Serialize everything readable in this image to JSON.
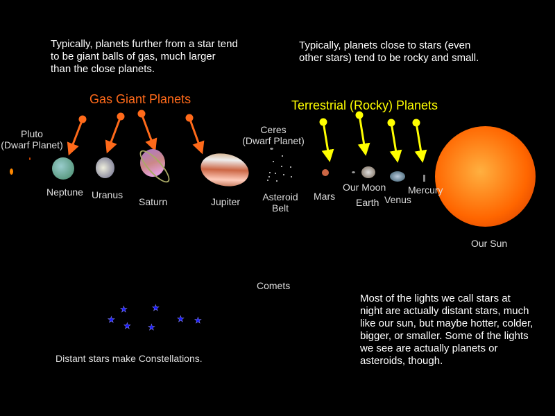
{
  "texts": {
    "gas_desc": "Typically, planets further from a star tend to be giant balls of gas, much larger than the close planets.",
    "rocky_desc": "Typically, planets close to stars (even other stars) tend to be rocky and small.",
    "stars_desc": "Most of the lights we call stars at night are actually distant stars, much like our sun, but maybe hotter, colder, bigger, or smaller. Some of the lights we see are actually planets or asteroids, though.",
    "constellations": "Distant stars make Constellations.",
    "comets": "Comets"
  },
  "headings": {
    "gas": "Gas Giant Planets",
    "rocky": "Terrestrial (Rocky) Planets"
  },
  "labels": {
    "pluto": "Pluto",
    "pluto_sub": "(Dwarf Planet)",
    "neptune": "Neptune",
    "uranus": "Uranus",
    "saturn": "Saturn",
    "jupiter": "Jupiter",
    "ceres": "Ceres",
    "ceres_sub": "(Dwarf Planet)",
    "asteroid": "Asteroid",
    "belt": "Belt",
    "mars": "Mars",
    "moon": "Our Moon",
    "earth": "Earth",
    "venus": "Venus",
    "mercury": "Mercury",
    "sun": "Our Sun"
  },
  "colors": {
    "gas": "#ff6a1a",
    "rocky": "#ffff00",
    "stars": "#1a1aff"
  }
}
